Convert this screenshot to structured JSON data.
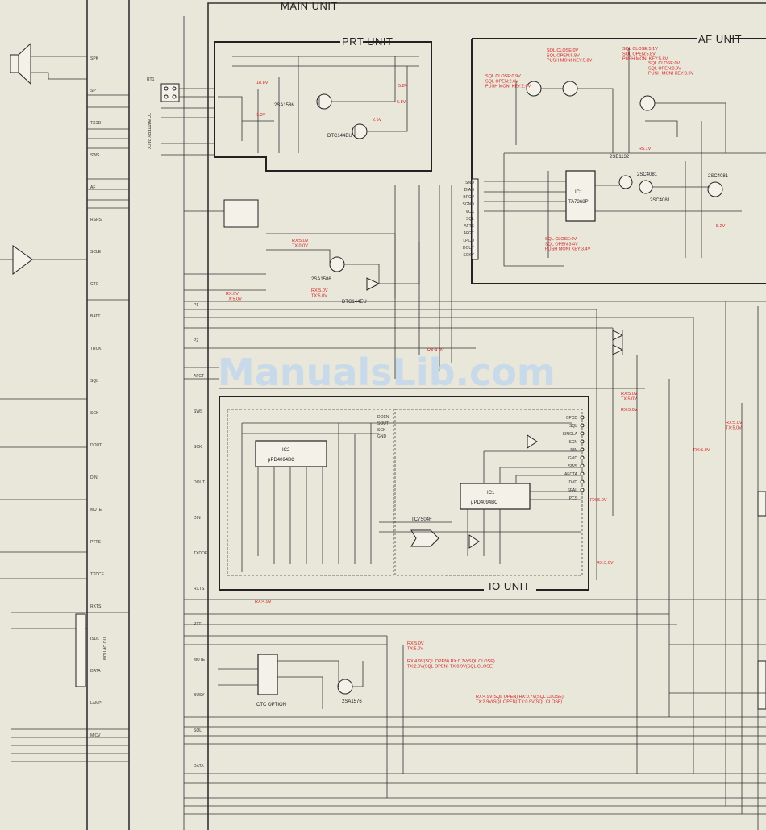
{
  "units": {
    "main": "MAIN UNIT",
    "prt": "PRT UNIT",
    "af": "AF UNIT",
    "io": "IO UNIT"
  },
  "ics": {
    "af_ic1_ref": "IC1",
    "af_ic1_part": "TA7368P",
    "io_ic2_ref": "IC2",
    "io_ic2_part": "μPD4094BC",
    "io_ic1_ref": "IC1",
    "io_ic1_part": "μPD4094BC",
    "io_inv": "TC7S04F",
    "cn_opt": "CTC OPTION"
  },
  "transistors": {
    "prt_q1": "2SA1586",
    "prt_q2": "DTC144EU",
    "af_q5": "2SB1132",
    "af_q7": "2SC4081",
    "af_q6": "2SC4081",
    "af_q9": "2SC4081",
    "main_q3": "2SA1586",
    "main_q4": "DTC144EU",
    "main_q5": "2SA1576"
  },
  "connectors": {
    "battery_pack": "TO BATTERY PACK",
    "rt1": "RT1",
    "tio_option": "TIO OPTION"
  },
  "signals": {
    "left": [
      "SPK",
      "SP",
      "TXSB",
      "SWS",
      "AF",
      "RSRS",
      "SCLE",
      "CTC",
      "BATT",
      "TRCK",
      "SQL",
      "SCK",
      "DOUT",
      "DIN",
      "MUTE",
      "PTTS",
      "TXDCE",
      "RXTS",
      "ISDL",
      "DATA",
      "LAMP",
      "MICV"
    ],
    "main": [
      "P1",
      "P2",
      "AFCT",
      "SWS",
      "SCK",
      "DOUT",
      "DIN",
      "TXDOE",
      "RXTS",
      "PTT",
      "MUTE",
      "BUSY",
      "SQL",
      "DATA"
    ],
    "af_right": [
      "SNO",
      "DIAG",
      "BPCV",
      "SGND",
      "VCC",
      "SQL",
      "AFTS",
      "AFGT",
      "LPCO",
      "DOUT",
      "SCKY"
    ],
    "io_right": [
      "CPCD",
      "SQL",
      "SINOLA",
      "SCN",
      "DIN",
      "GND",
      "SWS",
      "AFCTA",
      "DVD",
      "SPAL",
      "PCS"
    ],
    "io_top": [
      "DOEN",
      "SOUT",
      "SCK",
      "GND"
    ]
  },
  "voltages": {
    "prt_a": "18.8V",
    "prt_b": "5.8V",
    "prt_c": "1.5V",
    "prt_d": "2.6V",
    "prt_e": "6.8V",
    "af_a": "SQL CLOSE:0.9V\nSQL OPEN:2.6V\nPUSH MONI KEY:2.6V",
    "af_b": "SQL CLOSE:0V\nSQL OPEN:5.8V\nPUSH MONI KEY:5.8V",
    "af_c": "SQL CLOSE:5.1V\nSQL OPEN:5.8V\nPUSH MONI KEY:5.8V",
    "af_d": "SQL CLOSE:0V\nSQL OPEN:3.3V\nPUSH MONI KEY:3.3V",
    "af_e": "SQL CLOSE:0V\nSQL OPEN:3.4V\nPUSH MONI KEY:3.4V",
    "af_f": "R5.1V",
    "af_g": "5.2V",
    "main_a": "RX:5.0V\nTX:0.0V",
    "main_b": "RX:5.0V\nTX:5.0V",
    "main_c": "RX:0V\nTX:5.0V",
    "main_d": "RX:4.9V",
    "io_a": "RX:5.0V\nTX:5.0V",
    "io_b": "RX:5.0V",
    "io_c": "RX:5.0V",
    "io_d": "RX:5.0V\nTX:5.0V",
    "io_e": "RX:5.0V",
    "io_f": "RX:5.0V",
    "main_e": "RX:4.9V(SQL OPEN) RX:0.7V(SQL CLOSE)\nTX:2.9V(SQL OPEN) TX:0.9V(SQL CLOSE)",
    "main_f": "RX:4.9V(SQL OPEN) RX:0.7V(SQL CLOSE)\nTX:2.9V(SQL OPEN) TX:0.9V(SQL CLOSE)",
    "main_g": "RX:5.0V\nTX:5.0V"
  },
  "watermark": "ManualsLib.com"
}
